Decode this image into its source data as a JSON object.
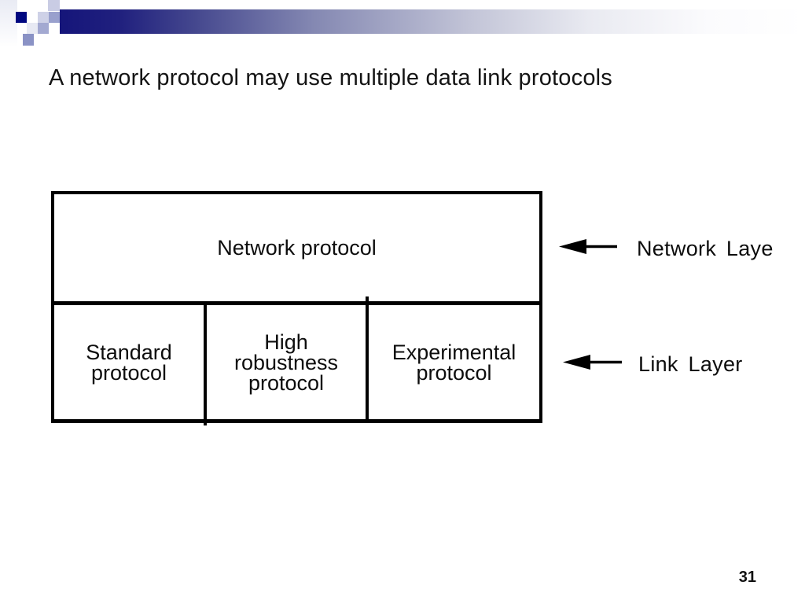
{
  "slide": {
    "title": "A network protocol may use multiple data link protocols",
    "page_number": "31",
    "background": "#ffffff"
  },
  "header": {
    "accent_navy": "#000780",
    "bar_gradient_start": "#15157a",
    "bar_gradient_end": "#ffffff",
    "square_colors": [
      "#c9cce4",
      "#000780",
      "#ced1e7",
      "#99a0cd",
      "#e7e9f3",
      "#a3a9d1",
      "#8a92c5"
    ]
  },
  "diagram": {
    "network_label": "Network protocol",
    "link_cells": [
      {
        "text": "Standard\nprotocol"
      },
      {
        "text": "High\nrobustness\nprotocol"
      },
      {
        "text": "Experimental\nprotocol"
      }
    ],
    "annotations": [
      {
        "label": "Network Laye"
      },
      {
        "label": "Link Layer"
      }
    ],
    "line_color": "#000000"
  }
}
